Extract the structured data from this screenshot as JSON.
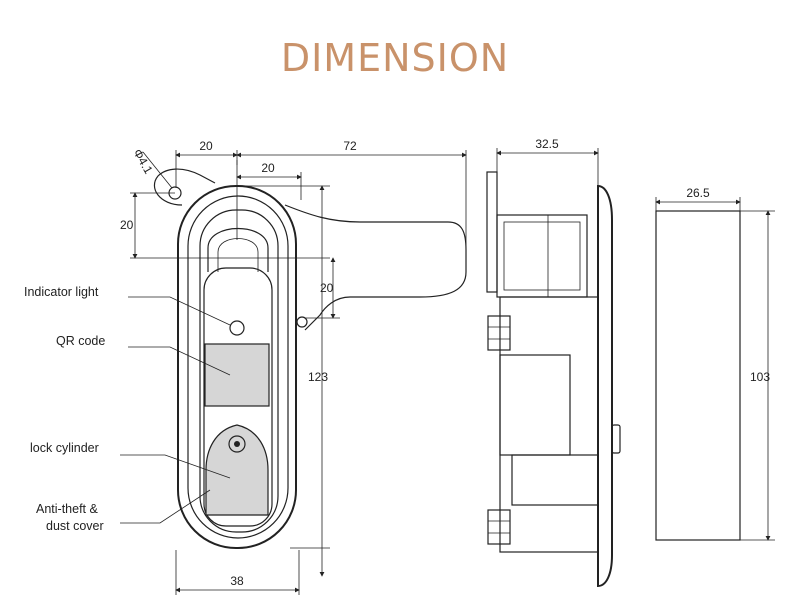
{
  "title": "DIMENSION",
  "front_view": {
    "dims": {
      "hole_dia": "Φ4.1",
      "top_offset": "20",
      "top_total": "72",
      "inner_top": "20",
      "left_vertical": "20",
      "right_vertical": "20",
      "height": "123",
      "width": "38"
    },
    "labels": {
      "indicator_light": "Indicator light",
      "qr_code": "QR code",
      "lock_cylinder": "lock cylinder",
      "anti_theft_line1": "Anti-theft &",
      "anti_theft_line2": "dust cover"
    }
  },
  "side_view": {
    "depth": "32.5"
  },
  "back_view": {
    "width": "26.5",
    "height": "103"
  }
}
